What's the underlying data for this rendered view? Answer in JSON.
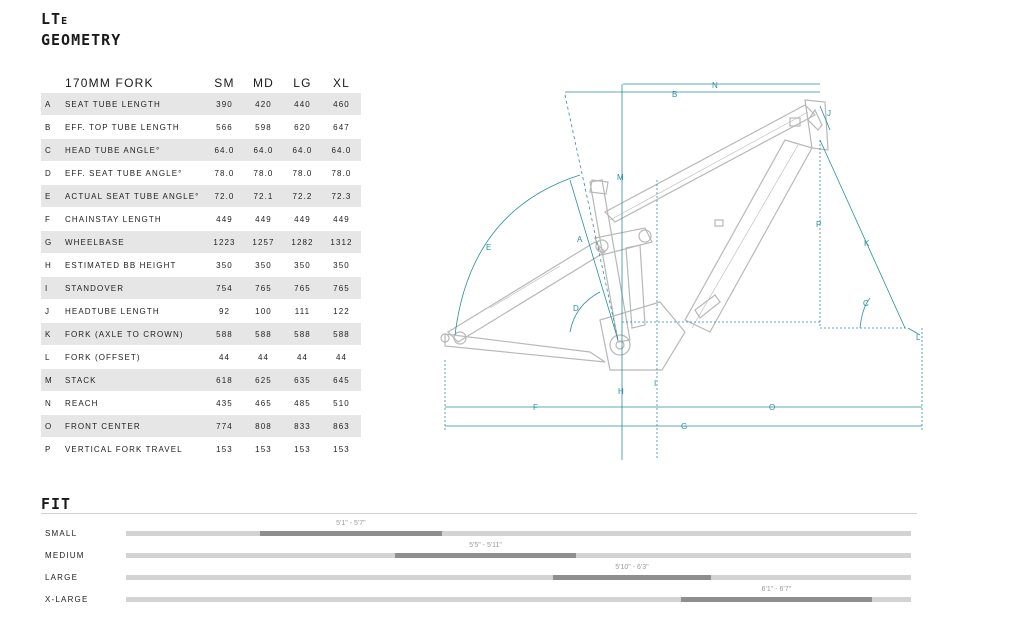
{
  "title": {
    "line1_main": "LT",
    "line1_sub": "E",
    "line2": "GEOMETRY"
  },
  "table": {
    "header": {
      "label": "170MM FORK",
      "sizes": [
        "SM",
        "MD",
        "LG",
        "XL"
      ]
    },
    "rows": [
      {
        "code": "A",
        "label": "SEAT TUBE LENGTH",
        "values": [
          "390",
          "420",
          "440",
          "460"
        ]
      },
      {
        "code": "B",
        "label": "EFF. TOP TUBE LENGTH",
        "values": [
          "566",
          "598",
          "620",
          "647"
        ]
      },
      {
        "code": "C",
        "label": "HEAD TUBE ANGLE°",
        "values": [
          "64.0",
          "64.0",
          "64.0",
          "64.0"
        ]
      },
      {
        "code": "D",
        "label": "EFF. SEAT TUBE ANGLE°",
        "values": [
          "78.0",
          "78.0",
          "78.0",
          "78.0"
        ]
      },
      {
        "code": "E",
        "label": "ACTUAL SEAT TUBE ANGLE°",
        "values": [
          "72.0",
          "72.1",
          "72.2",
          "72.3"
        ]
      },
      {
        "code": "F",
        "label": "CHAINSTAY LENGTH",
        "values": [
          "449",
          "449",
          "449",
          "449"
        ]
      },
      {
        "code": "G",
        "label": "WHEELBASE",
        "values": [
          "1223",
          "1257",
          "1282",
          "1312"
        ]
      },
      {
        "code": "H",
        "label": "ESTIMATED BB HEIGHT",
        "values": [
          "350",
          "350",
          "350",
          "350"
        ]
      },
      {
        "code": "I",
        "label": "STANDOVER",
        "values": [
          "754",
          "765",
          "765",
          "765"
        ]
      },
      {
        "code": "J",
        "label": "HEADTUBE LENGTH",
        "values": [
          "92",
          "100",
          "111",
          "122"
        ]
      },
      {
        "code": "K",
        "label": "FORK (AXLE TO CROWN)",
        "values": [
          "588",
          "588",
          "588",
          "588"
        ]
      },
      {
        "code": "L",
        "label": "FORK (OFFSET)",
        "values": [
          "44",
          "44",
          "44",
          "44"
        ]
      },
      {
        "code": "M",
        "label": "STACK",
        "values": [
          "618",
          "625",
          "635",
          "645"
        ]
      },
      {
        "code": "N",
        "label": "REACH",
        "values": [
          "435",
          "465",
          "485",
          "510"
        ]
      },
      {
        "code": "O",
        "label": "FRONT CENTER",
        "values": [
          "774",
          "808",
          "833",
          "863"
        ]
      },
      {
        "code": "P",
        "label": "VERTICAL FORK TRAVEL",
        "values": [
          "153",
          "153",
          "153",
          "153"
        ]
      }
    ]
  },
  "diagram": {
    "labels": [
      "A",
      "B",
      "C",
      "D",
      "E",
      "F",
      "G",
      "H",
      "I",
      "J",
      "K",
      "L",
      "M",
      "N",
      "O",
      "P"
    ],
    "accent_color": "#2a8fa0",
    "frame_color": "#b5b5b5"
  },
  "fit": {
    "title": "FIT",
    "rows": [
      {
        "label": "SMALL",
        "range": "5'1\" - 5'7\"",
        "start": 0.171,
        "end": 0.402
      },
      {
        "label": "MEDIUM",
        "range": "5'5\" - 5'11\"",
        "start": 0.343,
        "end": 0.573
      },
      {
        "label": "LARGE",
        "range": "5'10\" - 6'3\"",
        "start": 0.544,
        "end": 0.745
      },
      {
        "label": "X-LARGE",
        "range": "6'1\" - 6'7\"",
        "start": 0.707,
        "end": 0.95
      }
    ]
  }
}
